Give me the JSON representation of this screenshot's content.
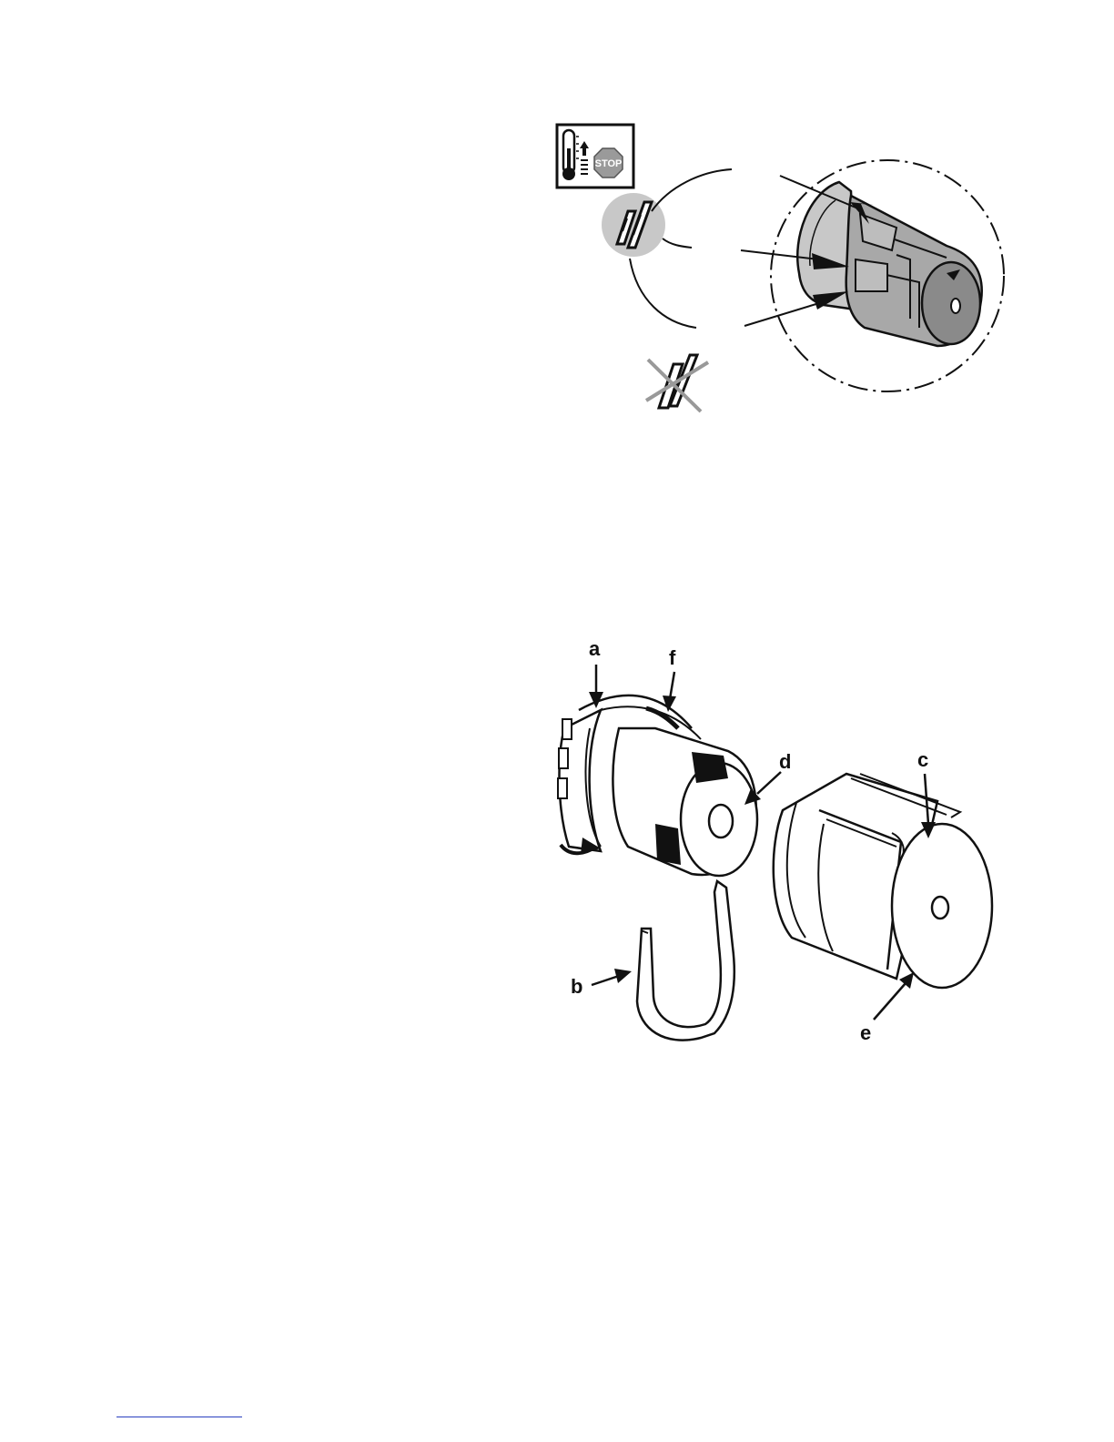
{
  "figure_top": {
    "stop_sign_text": "STOP",
    "icons": [
      "thermometer-icon",
      "stop-sign-icon",
      "clip-correct-icon",
      "clip-wrong-icon"
    ]
  },
  "figure_bottom": {
    "part_labels": {
      "a": "a",
      "b": "b",
      "c": "c",
      "d": "d",
      "e": "e",
      "f": "f"
    }
  },
  "colors": {
    "line": "#111111",
    "gray_fill": "#c8c8c8",
    "dark_fill": "#3a3a3a",
    "footer_rule": "#2a3fbf"
  }
}
